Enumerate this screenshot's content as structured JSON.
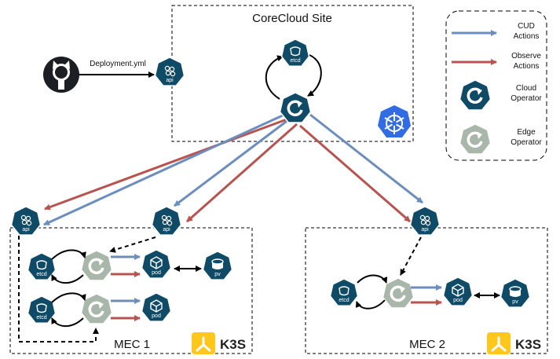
{
  "core_site": {
    "title": "CoreCloud Site",
    "etcd_label": "etcd"
  },
  "deployment": {
    "file_label": "Deployment.yml",
    "icon": "github-icon",
    "api_label": "api"
  },
  "legend": {
    "cud": "CUD Actions",
    "observe": "Observe Actions",
    "cloud_operator": "Cloud Operator",
    "edge_operator": "Edge Operator",
    "colors": {
      "cud": "#6c8ebf",
      "observe": "#b85450",
      "cloud": "#0f4b66",
      "edge": "#a9b6aa"
    }
  },
  "mec1": {
    "title": "MEC 1",
    "badge": "K3S",
    "api_label": "api",
    "rows": [
      {
        "etcd": "etcd",
        "pod": "pod",
        "pv": "pv"
      },
      {
        "etcd": "etcd",
        "pod": "pod"
      }
    ]
  },
  "mec1_left_api": {
    "label": "api"
  },
  "mec2": {
    "title": "MEC 2",
    "badge": "K3S",
    "api_label": "api",
    "etcd": "etcd",
    "pod": "pod",
    "pv": "pv"
  }
}
